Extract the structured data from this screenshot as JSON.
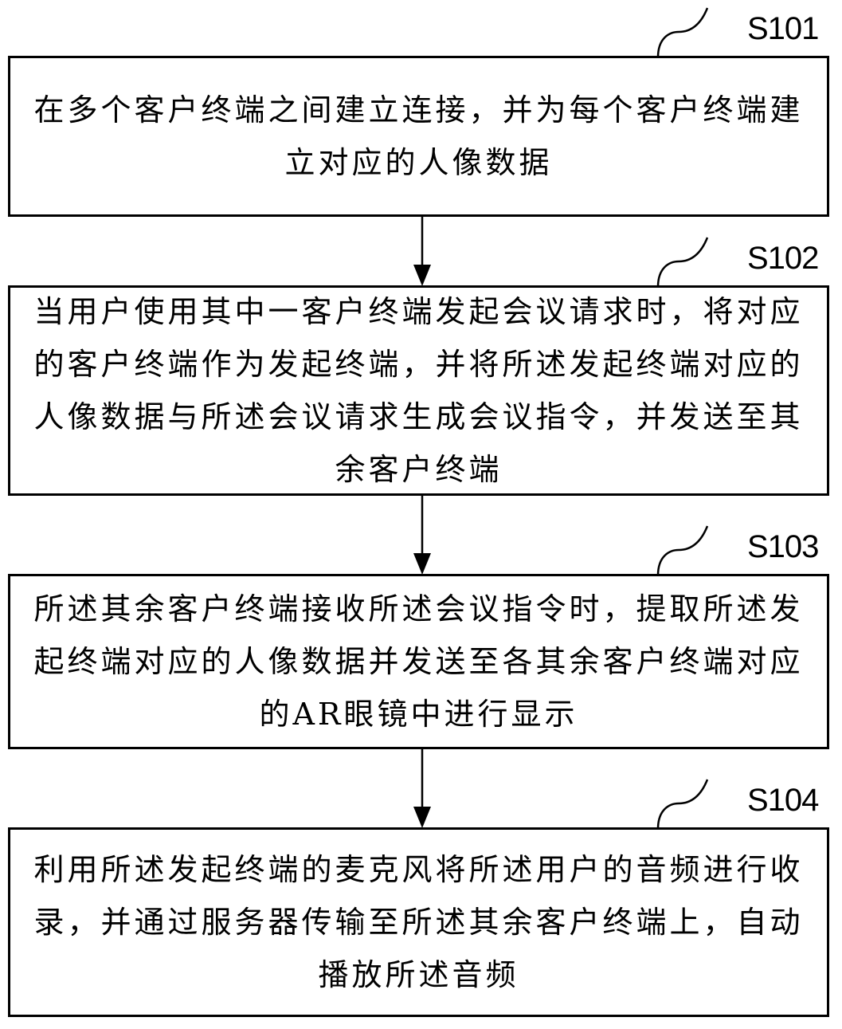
{
  "steps": [
    {
      "id": "S101",
      "text": "在多个客户终端之间建立连接，并为每个客户终端建立对应的人像数据"
    },
    {
      "id": "S102",
      "text": "当用户使用其中一客户终端发起会议请求时，将对应的客户终端作为发起终端，并将所述发起终端对应的人像数据与所述会议请求生成会议指令，并发送至其余客户终端"
    },
    {
      "id": "S103",
      "text": "所述其余客户终端接收所述会议指令时，提取所述发起终端对应的人像数据并发送至各其余客户终端对应的AR眼镜中进行显示"
    },
    {
      "id": "S104",
      "text": "利用所述发起终端的麦克风将所述用户的音频进行收录，并通过服务器传输至所述其余客户终端上，自动播放所述音频"
    }
  ]
}
